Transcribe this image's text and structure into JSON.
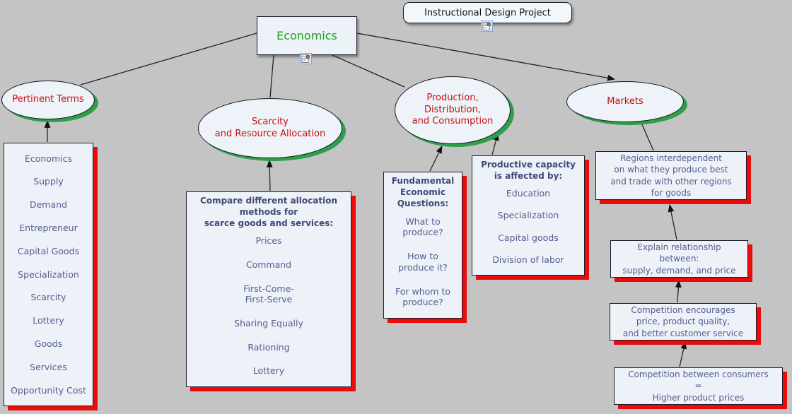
{
  "title_node": {
    "label": "Instructional Design Project"
  },
  "root_node": {
    "label": "Economics"
  },
  "concepts": {
    "pertinent_terms": {
      "label": "Pertinent Terms"
    },
    "scarcity": {
      "label": "Scarcity\nand Resource Allocation"
    },
    "production": {
      "label": "Production,\nDistribution,\nand Consumption"
    },
    "markets": {
      "label": "Markets"
    }
  },
  "lists": {
    "terms": {
      "items": [
        "Economics",
        "Supply",
        "Demand",
        "Entrepreneur",
        "Capital Goods",
        "Specialization",
        "Scarcity",
        "Lottery",
        "Goods",
        "Services",
        "Opportunity Cost"
      ]
    },
    "allocation": {
      "header": "Compare different allocation\nmethods for\nscarce goods and services:",
      "items": [
        "Prices",
        "Command",
        "First-Come-\nFirst-Serve",
        "Sharing Equally",
        "Rationing",
        "Lottery"
      ]
    },
    "questions": {
      "header": "Fundamental\nEconomic\nQuestions:",
      "items": [
        "What to\nproduce?",
        "How to\nproduce it?",
        "For whom to\nproduce?"
      ]
    },
    "capacity": {
      "header": "Productive capacity\nis affected by:",
      "items": [
        "Education",
        "Specialization",
        "Capital goods",
        "Division of labor"
      ]
    }
  },
  "market_boxes": {
    "regions": "Regions interdependent\non what they produce best\nand trade with other regions\nfor goods",
    "explain": "Explain relationship\nbetween:\nsupply, demand, and price",
    "competition_encourages": "Competition encourages\nprice, product quality,\nand better customer service",
    "competition_consumers": "Competition between consumers\n=\nHigher product prices"
  },
  "icons": {
    "economics_resource": "resource-icon",
    "title_resource": "resource-icon"
  },
  "connections": [
    {
      "from": "Economics",
      "to": "Pertinent Terms",
      "arrow": false
    },
    {
      "from": "Economics",
      "to": "Scarcity and Resource Allocation",
      "arrow": false
    },
    {
      "from": "Economics",
      "to": "Production, Distribution, and Consumption",
      "arrow": false
    },
    {
      "from": "Economics",
      "to": "Markets",
      "arrow": true
    },
    {
      "from": "terms list",
      "to": "Pertinent Terms",
      "arrow": true
    },
    {
      "from": "allocation list",
      "to": "Scarcity and Resource Allocation",
      "arrow": true
    },
    {
      "from": "questions list",
      "to": "Production, Distribution, and Consumption",
      "arrow": true
    },
    {
      "from": "capacity list",
      "to": "Production, Distribution, and Consumption",
      "arrow": true
    },
    {
      "from": "Markets",
      "to": "regions box",
      "arrow": false
    },
    {
      "from": "explain box",
      "to": "regions box",
      "arrow": true
    },
    {
      "from": "competition encourages box",
      "to": "explain box",
      "arrow": true
    },
    {
      "from": "competition consumers box",
      "to": "competition encourages box",
      "arrow": true
    }
  ],
  "colors": {
    "background": "#c4c4c4",
    "node_fill": "#edf2f8",
    "node_border": "#1c1c28",
    "list_text": "#575c91",
    "header_text": "#424779",
    "concept_text": "#cc0e0e",
    "root_text": "#1ea21e",
    "box_shadow": "#e80c0c",
    "ellipse_shadow": "#2f9e4a"
  }
}
